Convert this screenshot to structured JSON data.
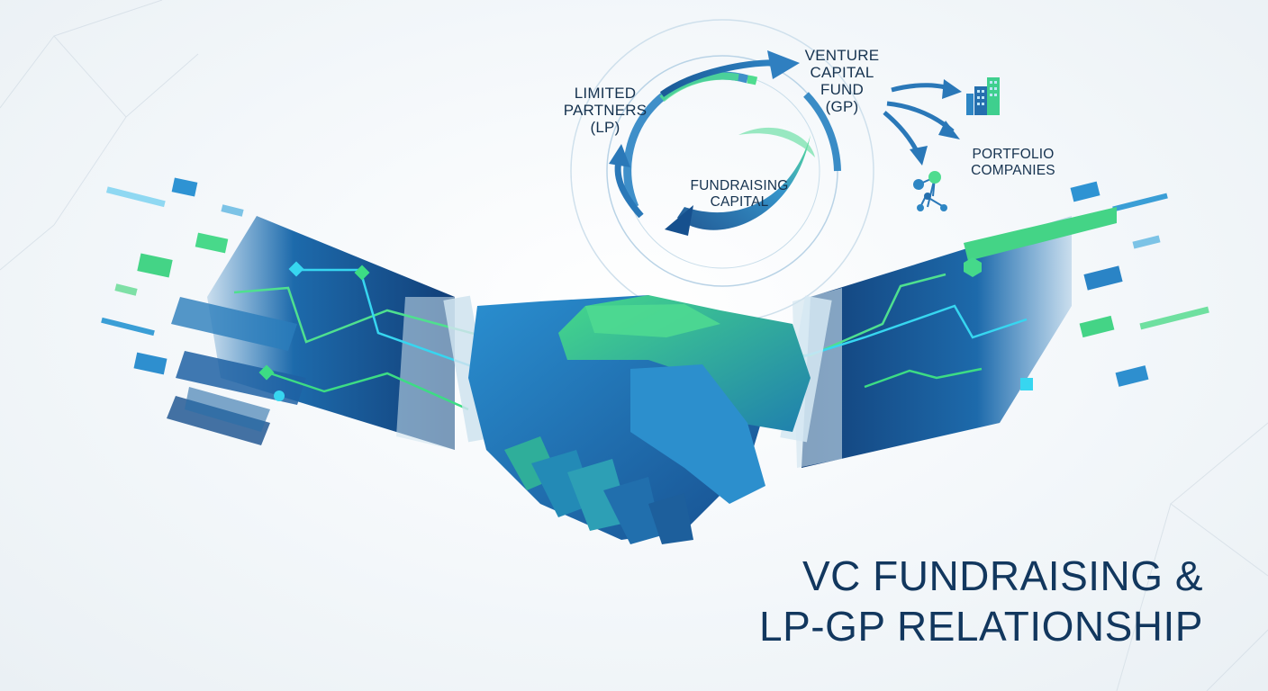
{
  "diagram": {
    "title_lines": [
      "VC FUNDRAISING &",
      "LP-GP RELATIONSHIP"
    ],
    "nodes": {
      "lp": {
        "lines": [
          "LIMITED",
          "PARTNERS",
          "(LP)"
        ]
      },
      "gp": {
        "lines": [
          "VENTURE",
          "CAPITAL",
          "FUND",
          "(GP)"
        ]
      },
      "center": {
        "lines": [
          "FUNDRAISING",
          "CAPITAL"
        ]
      },
      "portfolio": {
        "lines": [
          "PORTFOLIO",
          "COMPANIES"
        ]
      }
    },
    "icons": {
      "buildings": "buildings-icon",
      "network": "network-nodes-icon",
      "handshake": "handshake-illustration"
    },
    "edges": [
      {
        "from": "LIMITED PARTNERS (LP)",
        "to": "VENTURE CAPITAL FUND (GP)"
      },
      {
        "from": "VENTURE CAPITAL FUND (GP)",
        "to": "PORTFOLIO COMPANIES"
      },
      {
        "from": "FUNDRAISING CAPITAL",
        "to": "LIMITED PARTNERS (LP)"
      }
    ],
    "colors": {
      "navy": "#12375e",
      "blue": "#1f6fb0",
      "sky": "#3aa8dc",
      "cyan": "#37d6f0",
      "green": "#3ddc84",
      "background": "#f3f7fa"
    }
  }
}
